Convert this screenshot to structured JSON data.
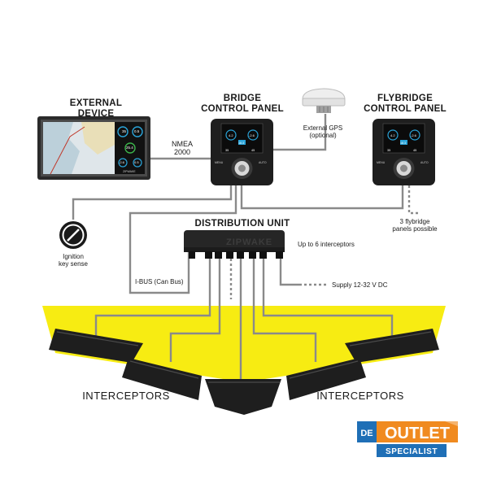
{
  "labels": {
    "external_device_1": "EXTERNAL",
    "external_device_2": "DEVICE",
    "bridge_1": "BRIDGE",
    "bridge_2": "CONTROL PANEL",
    "flybridge_1": "FLYBRIDGE",
    "flybridge_2": "CONTROL PANEL",
    "nmea_1": "NMEA",
    "nmea_2": "2000",
    "gps_1": "External GPS",
    "gps_2": "(optional)",
    "distribution": "DISTRIBUTION UNIT",
    "up_to_6": "Up to 6 interceptors",
    "ignition_1": "Ignition",
    "ignition_2": "key sense",
    "flybridge_note_1": "3 flybridge",
    "flybridge_note_2": "panels possible",
    "ibus": "I-BUS (Can Bus)",
    "supply": "Supply 12-32 V DC",
    "interceptors_left": "INTERCEPTORS",
    "interceptors_right": "INTERCEPTORS"
  },
  "device_text": {
    "unit_brand": "ZIPWAKE",
    "panel_brand": "ZIPWAKE",
    "panel_menu": "MENU",
    "panel_auto": "AUTO",
    "screen_speed": "35",
    "screen_rpm": "0.5",
    "screen_trim": "25.4",
    "screen_left": "-2.6",
    "screen_right": "0.5",
    "panel_screen_top_left": "4.2",
    "panel_screen_top_right": "-2.6",
    "panel_screen_mid": "18.3",
    "panel_screen_bottom_left": "35",
    "panel_screen_bottom_right": "45"
  },
  "logo": {
    "line1_prefix": "DE",
    "line1_main": "OUTLET",
    "line2": "SPECIALIST"
  },
  "colors": {
    "hull_yellow": "#f7ec12",
    "device_black": "#1e1e1e",
    "line_gray": "#8a8a8a",
    "logo_blue": "#1f6fb6",
    "logo_orange": "#f08a1f"
  }
}
